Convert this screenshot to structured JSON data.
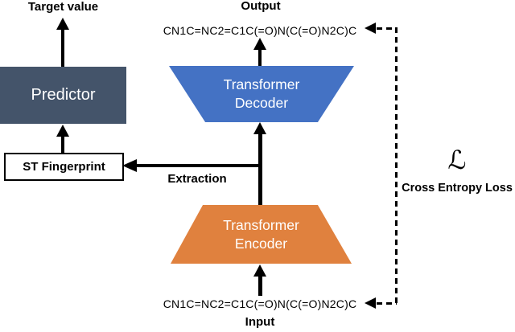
{
  "nodes": {
    "predictor": "Predictor",
    "st_fingerprint": "ST Fingerprint",
    "decoder": "Transformer\nDecoder",
    "encoder": "Transformer\nEncoder"
  },
  "labels": {
    "target_value": "Target value",
    "output": "Output",
    "input": "Input",
    "extraction": "Extraction",
    "loss_symbol": "ℒ",
    "loss_name": "Cross Entropy Loss"
  },
  "sequences": {
    "output_smiles": "CN1C=NC2=C1C(=O)N(C(=O)N2C)C",
    "input_smiles": "CN1C=NC2=C1C(=O)N(C(=O)N2C)C"
  },
  "colors": {
    "predictor_fill": "#44546a",
    "decoder_fill": "#4472c4",
    "encoder_fill": "#e0813e",
    "line": "#000000",
    "text_on_fill": "#ffffff"
  }
}
